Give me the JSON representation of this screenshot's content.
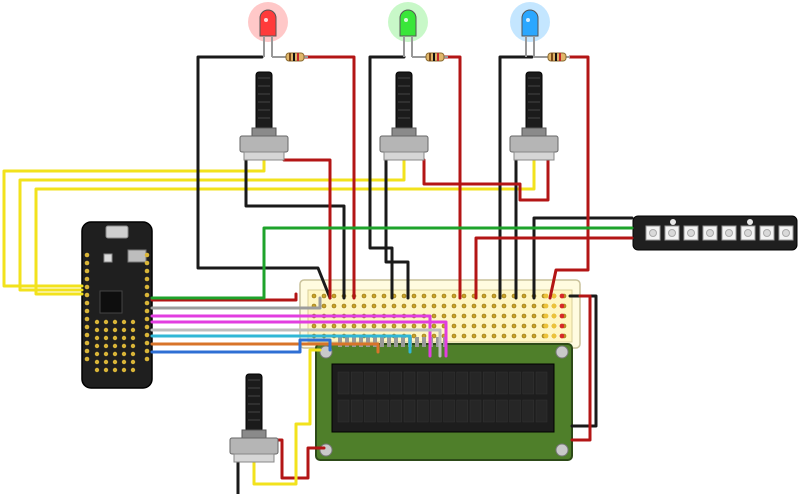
{
  "colors": {
    "wire_red": "#b31515",
    "wire_black": "#1a1a1a",
    "wire_yellow": "#f2e21c",
    "wire_green": "#1ea32b",
    "wire_magenta": "#e23ee0",
    "wire_white": "#bdbdbd",
    "wire_blue": "#2f6fd4",
    "wire_orange": "#d8742a",
    "wire_cyan": "#31b7d6",
    "wire_grey": "#9c9c9c",
    "led_red": "#ff3a3a",
    "led_green": "#39e639",
    "led_blue": "#2aa7ff",
    "board_black": "#1f1f1f",
    "lcd_green": "#4f7f2a",
    "breadboard_tan": "#fff6c2"
  },
  "components": {
    "leds": [
      {
        "name": "red-led",
        "color": "red"
      },
      {
        "name": "green-led",
        "color": "green"
      },
      {
        "name": "blue-led",
        "color": "blue"
      }
    ],
    "potentiometers": [
      "pot-1",
      "pot-2",
      "pot-3",
      "pot-contrast"
    ],
    "neopixel_count": 8,
    "microcontroller": "feather-board",
    "display": "lcd-16x2",
    "breadboard": "perma-proto-half"
  }
}
